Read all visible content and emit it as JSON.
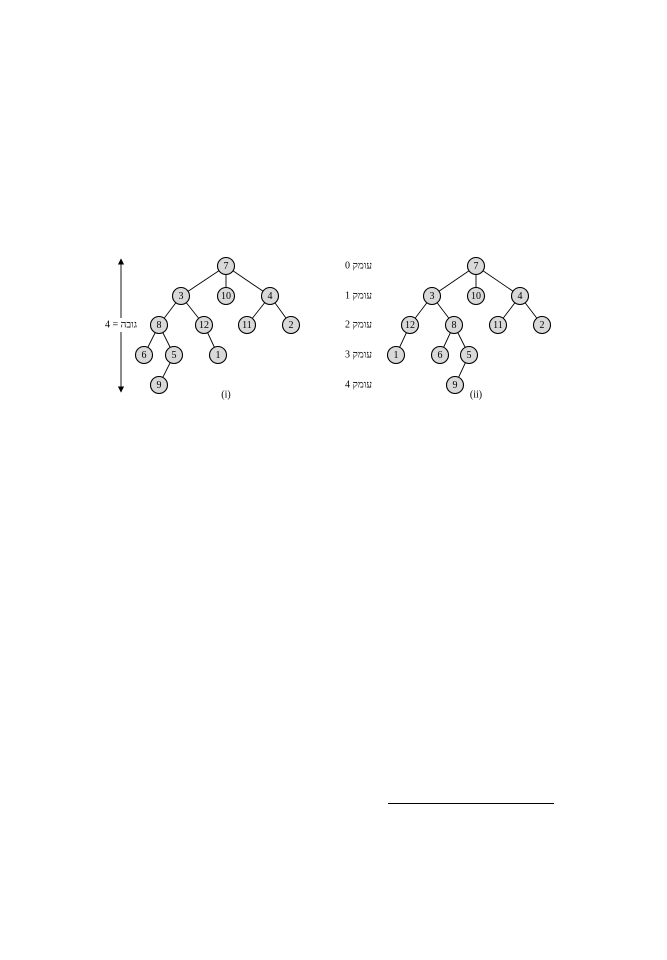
{
  "depth_labels": [
    "עומק 0",
    "עומק 1",
    "עומק 2",
    "עומק 3",
    "עומק 4"
  ],
  "height_label": "גובה = 4",
  "trees": [
    {
      "caption": "(i)",
      "nodes": [
        {
          "id": "a7",
          "label": "7"
        },
        {
          "id": "a3",
          "label": "3"
        },
        {
          "id": "a10",
          "label": "10"
        },
        {
          "id": "a4",
          "label": "4"
        },
        {
          "id": "a8",
          "label": "8"
        },
        {
          "id": "a12",
          "label": "12"
        },
        {
          "id": "a11",
          "label": "11"
        },
        {
          "id": "a2",
          "label": "2"
        },
        {
          "id": "a6",
          "label": "6"
        },
        {
          "id": "a5",
          "label": "5"
        },
        {
          "id": "a1",
          "label": "1"
        },
        {
          "id": "a9",
          "label": "9"
        }
      ],
      "edges": [
        [
          "a7",
          "a3"
        ],
        [
          "a7",
          "a10"
        ],
        [
          "a7",
          "a4"
        ],
        [
          "a3",
          "a8"
        ],
        [
          "a3",
          "a12"
        ],
        [
          "a4",
          "a11"
        ],
        [
          "a4",
          "a2"
        ],
        [
          "a8",
          "a6"
        ],
        [
          "a8",
          "a5"
        ],
        [
          "a12",
          "a1"
        ],
        [
          "a5",
          "a9"
        ]
      ]
    },
    {
      "caption": "(ii)",
      "nodes": [
        {
          "id": "b7",
          "label": "7"
        },
        {
          "id": "b3",
          "label": "3"
        },
        {
          "id": "b10",
          "label": "10"
        },
        {
          "id": "b4",
          "label": "4"
        },
        {
          "id": "b12",
          "label": "12"
        },
        {
          "id": "b8",
          "label": "8"
        },
        {
          "id": "b11",
          "label": "11"
        },
        {
          "id": "b2",
          "label": "2"
        },
        {
          "id": "b1",
          "label": "1"
        },
        {
          "id": "b6",
          "label": "6"
        },
        {
          "id": "b5",
          "label": "5"
        },
        {
          "id": "b9",
          "label": "9"
        }
      ],
      "edges": [
        [
          "b7",
          "b3"
        ],
        [
          "b7",
          "b10"
        ],
        [
          "b7",
          "b4"
        ],
        [
          "b3",
          "b12"
        ],
        [
          "b3",
          "b8"
        ],
        [
          "b4",
          "b11"
        ],
        [
          "b4",
          "b2"
        ],
        [
          "b12",
          "b1"
        ],
        [
          "b8",
          "b6"
        ],
        [
          "b8",
          "b5"
        ],
        [
          "b5",
          "b9"
        ]
      ]
    }
  ]
}
